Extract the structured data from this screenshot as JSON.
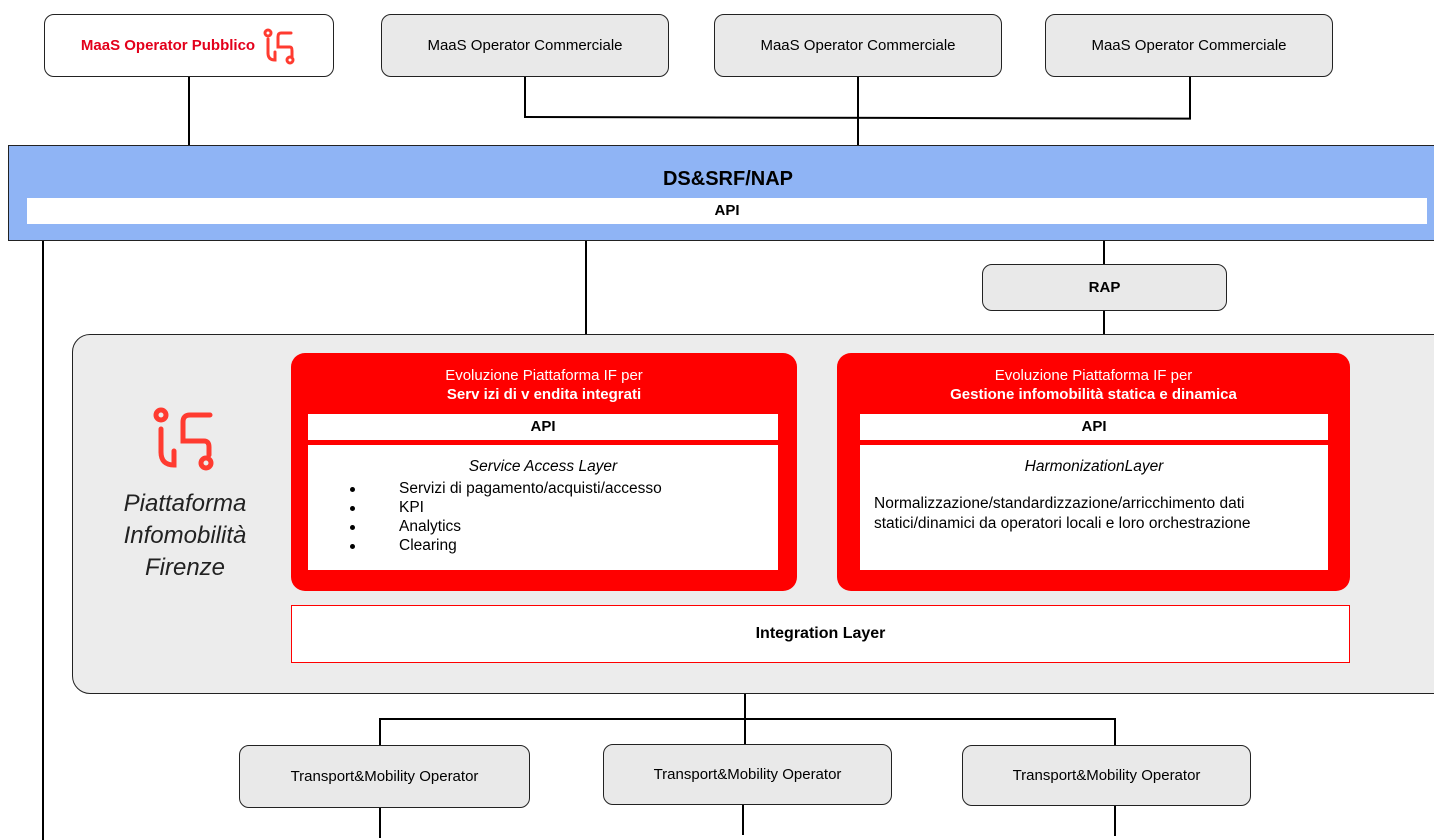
{
  "maas_public": {
    "label": "MaaS Operator Pubblico"
  },
  "maas_commercial": [
    {
      "label": "MaaS Operator Commerciale"
    },
    {
      "label": "MaaS Operator Commerciale"
    },
    {
      "label": "MaaS Operator Commerciale"
    }
  ],
  "nap": {
    "title": "DS&SRF/NAP",
    "api": "API"
  },
  "rap": {
    "label": "RAP"
  },
  "platform": {
    "name_line1": "Piattaforma",
    "name_line2": "Infomobilità",
    "name_line3": "Firenze",
    "brand_color": "#e3001b"
  },
  "panel_sales": {
    "title_line1": "Evoluzione Piattaforma IF per",
    "title_line2": "Serv izi di v endita integrati",
    "api": "API",
    "layer_title": "Service Access Layer",
    "items": [
      "Servizi di pagamento/acquisti/accesso",
      "KPI",
      "Analytics",
      "Clearing"
    ]
  },
  "panel_info": {
    "title_line1": "Evoluzione Piattaforma IF per",
    "title_line2": "Gestione infomobilità statica e dinamica",
    "api": "API",
    "layer_title": "HarmonizationLayer",
    "desc_line1": "Normalizzazione/standardizzazione/arricchimento dati",
    "desc_line2": "statici/dinamici da operatori locali e loro orchestrazione"
  },
  "integration": {
    "label": "Integration Layer"
  },
  "transport": [
    {
      "label": "Transport&Mobility Operator"
    },
    {
      "label": "Transport&Mobility Operator"
    },
    {
      "label": "Transport&Mobility Operator"
    }
  ],
  "colors": {
    "band_blue": "#8fb4f5",
    "panel_red": "#ff0000",
    "box_gray": "#e9e9e9"
  }
}
